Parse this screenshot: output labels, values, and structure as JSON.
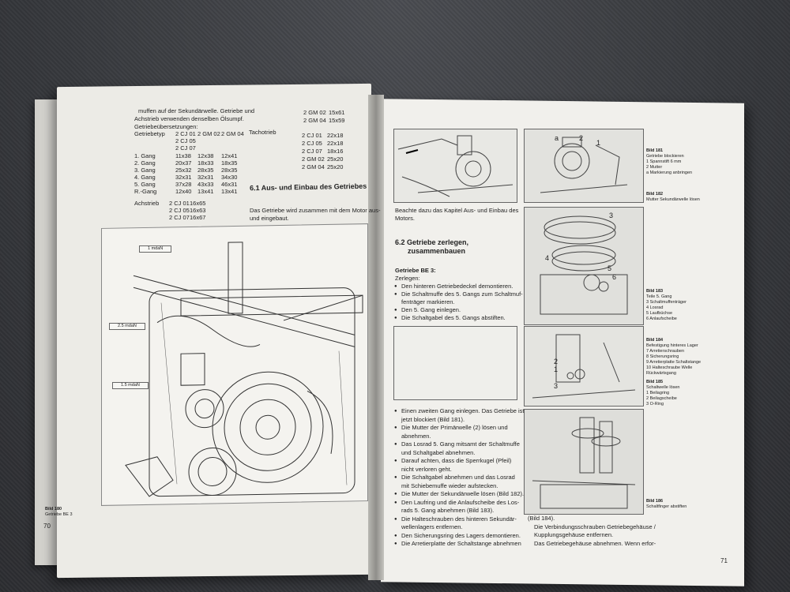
{
  "left_page": {
    "intro": [
      "muffen auf der Sekundärwelle. Getriebe und",
      "Achstrieb verwenden denselben Ölsumpf.",
      "Getriebeübersetzungen:"
    ],
    "table_header": [
      "Getriebetyp",
      "2 CJ 01",
      "2 GM 02",
      "2 GM 04"
    ],
    "extra_types": [
      "2 CJ 05",
      "2 CJ 07"
    ],
    "rows": [
      [
        "1. Gang",
        "11x38",
        "12x38",
        "12x41"
      ],
      [
        "2. Gang",
        "20x37",
        "18x33",
        "18x35"
      ],
      [
        "3. Gang",
        "25x32",
        "28x35",
        "28x35"
      ],
      [
        "4. Gang",
        "32x31",
        "32x31",
        "34x30"
      ],
      [
        "5. Gang",
        "37x28",
        "43x33",
        "46x31"
      ],
      [
        "R.-Gang",
        "12x40",
        "13x41",
        "13x41"
      ]
    ],
    "achstrieb_label": "Achstrieb",
    "achstrieb": [
      [
        "2 CJ 01",
        "16x65"
      ],
      [
        "2 CJ 05",
        "16x63"
      ],
      [
        "2 CJ 07",
        "16x67"
      ]
    ],
    "tachotrieb_label": "Tachotrieb",
    "tacho_top": [
      [
        "2 GM 02",
        "15x61"
      ],
      [
        "2 GM 04",
        "15x59"
      ]
    ],
    "tacho": [
      [
        "2 CJ 01",
        "22x18"
      ],
      [
        "2 CJ 05",
        "22x18"
      ],
      [
        "2 CJ 07",
        "18x16"
      ],
      [
        "2 GM 02",
        "25x20"
      ],
      [
        "2 GM 04",
        "25x20"
      ]
    ],
    "section_title": "6.1  Aus- und Einbau des Getriebes",
    "section_text": [
      "Das Getriebe wird zusammen mit dem Motor aus-",
      "und eingebaut."
    ],
    "torque_labels": [
      "1 mdaN",
      "2.5 mdaN",
      "1.5 mdaN"
    ],
    "figure_caption": [
      "Bild 180",
      "Getriebe BE 3"
    ],
    "page_number": "70"
  },
  "right_page": {
    "note": [
      "Beachte dazu das Kapitel Aus- und Einbau des",
      "Motors."
    ],
    "section_title": [
      "6.2  Getriebe zerlegen,",
      "zusammenbauen"
    ],
    "sub_title": "Getriebe BE 3:",
    "zerlegen": "Zerlegen:",
    "bullets1": [
      "Den hinteren Getriebedeckel demontieren.",
      "Die Schaltmuffe des 5. Gangs zum Schaltmuf-",
      "fenträger markieren.",
      "Den 5. Gang einlegen.",
      "Die Schaltgabel des 5. Gangs abstiften."
    ],
    "bullets2": [
      "Einen zweiten Gang einlegen. Das Getriebe ist",
      "jetzt blockiert (Bild 181).",
      "Die Mutter der Primärwelle (2) lösen und",
      "abnehmen.",
      "Das Losrad 5. Gang mitsamt der Schaltmuffe",
      "und Schaltgabel abnehmen.",
      "Darauf achten, dass die Sperrkugel (Pfeil)",
      "nicht verloren geht.",
      "Die Schaltgabel abnehmen und das Losrad",
      "mit Schiebemuffe wieder aufstecken.",
      "Die Mutter der Sekundärwelle lösen (Bild 182).",
      "Den Laufring und die Anlaufscheibe des Los-",
      "rads 5. Gang abnehmen (Bild 183).",
      "Die Halteschrauben des hinteren Sekundär-",
      "wellenlagers entfernen.",
      "Den Sicherungsring des Lagers demontieren.",
      "Die Arretierplatte der Schaltstange abnehmen"
    ],
    "col2_text": [
      "(Bild 184).",
      "Die Verbindungsschrauben Getriebegehäuse /",
      "Kupplungsgehäuse entfernen.",
      "Das Getriebegehäuse abnehmen. Wenn erfor-"
    ],
    "captions": [
      [
        "Bild 181",
        "Getriebe blockieren",
        "1 Spannstift 6 mm",
        "2 Mutter",
        "a Markierung anbringen"
      ],
      [
        "Bild 182",
        "Mutter Sekundärwelle lösen"
      ],
      [
        "Bild 183",
        "Teile 5. Gang",
        "3 Schaltmuffenträger",
        "4 Losrad",
        "5 Laufbüchse",
        "6 Anlaufscheibe"
      ],
      [
        "Bild 184",
        "Befestigung hinteres Lager",
        "7 Arretierschrauben",
        "8 Sicherungsring",
        "9 Arretierplatte Schaltstange",
        "10 Halteschraube Welle",
        "Rückwärtsgang"
      ],
      [
        "Bild 185",
        "Schaltwelle lösen",
        "1 Beilagring",
        "2 Beilagscheibe",
        "3 O-Ring"
      ],
      [
        "Bild 186",
        "Schaltfinger abstiften"
      ]
    ],
    "photo_labels": [
      "a",
      "2",
      "1",
      "3",
      "4",
      "5",
      "6",
      "2",
      "1",
      "3"
    ],
    "page_number": "71"
  },
  "colors": {
    "background": "#3b3d42",
    "paper": "#efeee9",
    "ink": "#222222"
  }
}
